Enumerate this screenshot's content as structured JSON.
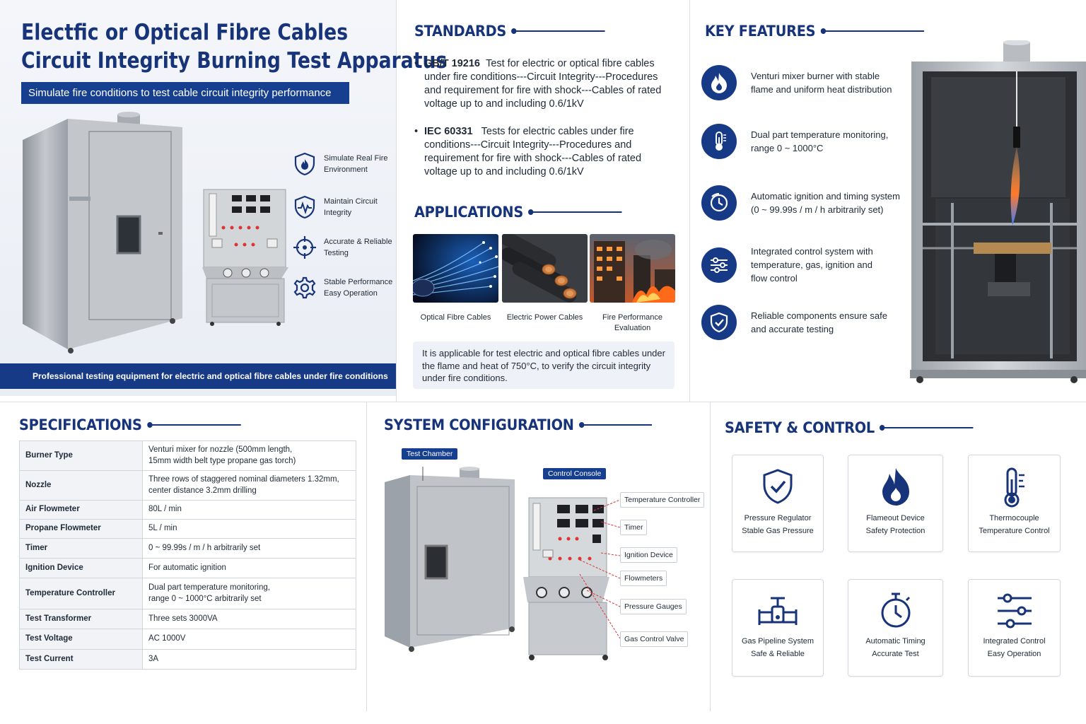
{
  "hero": {
    "title_line1": "Electfic or Optical Fibre Cables",
    "title_line2": "Circuit Integrity Burning Test Apparatus",
    "subtitle": "Simulate fire conditions to test cable circuit integrity performance",
    "features": [
      {
        "icon": "shield-flame-icon",
        "line1": "Simulate Real Fire",
        "line2": "Environment"
      },
      {
        "icon": "heartbeat-shield-icon",
        "line1": "Maintain Circuit",
        "line2": "Integrity"
      },
      {
        "icon": "crosshair-icon",
        "line1": "Accurate & Reliable",
        "line2": "Testing"
      },
      {
        "icon": "gear-icon",
        "line1": "Stable Performance",
        "line2": "Easy Operation"
      }
    ],
    "footer": "Professional testing equipment for electric and optical fibre cables under fire conditions"
  },
  "standards": {
    "title": "STANDARDS",
    "items": [
      {
        "code": "GB/T 19216",
        "text": "Test for electric or optical fibre cables under fire conditions---Circuit Integrity---Procedures and requirement for fire with shock---Cables of rated voltage up to and including 0.6/1kV"
      },
      {
        "code": "IEC 60331",
        "text": "Tests for electric cables under fire conditions---Circuit Integrity---Procedures and requirement for fire with shock---Cables of rated voltage up to and including 0.6/1kV"
      }
    ]
  },
  "applications": {
    "title": "APPLICATIONS",
    "cards": [
      {
        "line1": "Optical Fibre Cables",
        "line2": ""
      },
      {
        "line1": "Electric Power Cables",
        "line2": ""
      },
      {
        "line1": "Fire Performance",
        "line2": "Evaluation"
      }
    ],
    "note": "It is applicable for test electric and optical fibre cables under the flame and heat of 750°C, to verify the circuit integrity under fire conditions."
  },
  "key_features": {
    "title": "KEY FEATURES",
    "items": [
      {
        "icon": "flame-icon",
        "line1": "Venturi mixer burner with stable",
        "line2": "flame and uniform heat distribution",
        "line3": ""
      },
      {
        "icon": "thermometer-icon",
        "line1": "Dual part temperature monitoring,",
        "line2": "range 0 ~ 1000°C",
        "line3": ""
      },
      {
        "icon": "timer-icon",
        "line1": "Automatic ignition and timing system",
        "line2": "(0 ~ 99.99s / m / h arbitrarily set)",
        "line3": ""
      },
      {
        "icon": "sliders-icon",
        "line1": "Integrated control system with",
        "line2": "temperature, gas, ignition and",
        "line3": "flow control"
      },
      {
        "icon": "shield-check-icon",
        "line1": "Reliable components ensure safe",
        "line2": "and accurate testing",
        "line3": ""
      }
    ]
  },
  "specifications": {
    "title": "SPECIFICATIONS",
    "rows": [
      {
        "key": "Burner Type",
        "v1": "Venturi mixer for nozzle (500mm length,",
        "v2": "15mm width belt type propane gas torch)"
      },
      {
        "key": "Nozzle",
        "v1": "Three rows of staggered nominal diameters 1.32mm,",
        "v2": "center distance 3.2mm drilling"
      },
      {
        "key": "Air Flowmeter",
        "v1": "80L / min",
        "v2": ""
      },
      {
        "key": "Propane Flowmeter",
        "v1": "5L / min",
        "v2": ""
      },
      {
        "key": "Timer",
        "v1": "0 ~ 99.99s / m / h arbitrarily set",
        "v2": ""
      },
      {
        "key": "Ignition Device",
        "v1": "For automatic ignition",
        "v2": ""
      },
      {
        "key": "Temperature Controller",
        "v1": "Dual part temperature monitoring,",
        "v2": "range 0 ~ 1000°C arbitrarily set"
      },
      {
        "key": "Test Transformer",
        "v1": "Three sets 3000VA",
        "v2": ""
      },
      {
        "key": "Test Voltage",
        "v1": "AC 1000V",
        "v2": ""
      },
      {
        "key": "Test Current",
        "v1": "3A",
        "v2": ""
      }
    ]
  },
  "system": {
    "title": "SYSTEM CONFIGURATION",
    "chamber_tag": "Test Chamber",
    "console_tag": "Control Console",
    "callouts": [
      "Temperature Controller",
      "Timer",
      "Ignition Device",
      "Flowmeters",
      "Pressure Gauges",
      "Gas Control Valve"
    ]
  },
  "safety": {
    "title": "SAFETY & CONTROL",
    "cards": [
      {
        "icon": "shield-check-icon",
        "line1": "Pressure Regulator",
        "line2": "Stable Gas Pressure"
      },
      {
        "icon": "flame-icon",
        "line1": "Flameout Device",
        "line2": "Safety Protection"
      },
      {
        "icon": "thermometer-icon",
        "line1": "Thermocouple",
        "line2": "Temperature Control"
      },
      {
        "icon": "pipe-valve-icon",
        "line1": "Gas Pipeline System",
        "line2": "Safe & Reliable"
      },
      {
        "icon": "stopwatch-icon",
        "line1": "Automatic Timing",
        "line2": "Accurate Test"
      },
      {
        "icon": "sliders-icon",
        "line1": "Integrated Control",
        "line2": "Easy Operation"
      }
    ]
  },
  "colors": {
    "navy": "#17347a",
    "accent": "#173f8f",
    "panel_bg": "#eef1f7"
  }
}
